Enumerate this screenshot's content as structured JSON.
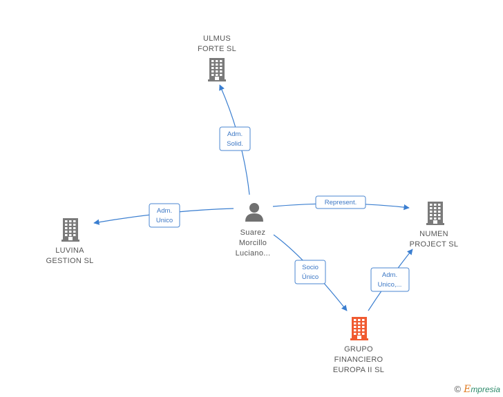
{
  "diagram": {
    "center": {
      "label": [
        "Suarez",
        "Morcillo",
        "Luciano..."
      ],
      "icon": "person-icon"
    },
    "nodes": [
      {
        "id": "ulmus",
        "label": [
          "ULMUS",
          "FORTE SL"
        ],
        "icon": "building-icon",
        "color": "#7a7a7a"
      },
      {
        "id": "luvina",
        "label": [
          "LUVINA",
          "GESTION SL"
        ],
        "icon": "building-icon",
        "color": "#7a7a7a"
      },
      {
        "id": "numen",
        "label": [
          "NUMEN",
          "PROJECT SL"
        ],
        "icon": "building-icon",
        "color": "#7a7a7a"
      },
      {
        "id": "grupo",
        "label": [
          "GRUPO",
          "FINANCIERO",
          "EUROPA II SL"
        ],
        "icon": "building-icon",
        "color": "#f05a30"
      }
    ],
    "edges": [
      {
        "from": "center",
        "to": "ulmus",
        "label": [
          "Adm.",
          "Solid."
        ]
      },
      {
        "from": "center",
        "to": "luvina",
        "label": [
          "Adm.",
          "Unico"
        ]
      },
      {
        "from": "center",
        "to": "numen",
        "label": [
          "Represent."
        ]
      },
      {
        "from": "center",
        "to": "grupo",
        "label": [
          "Socio",
          "Único"
        ]
      },
      {
        "from": "grupo",
        "to": "numen",
        "label": [
          "Adm.",
          "Unico,..."
        ]
      }
    ]
  },
  "watermark": {
    "copyright": "©",
    "brand_first": "E",
    "brand_rest": "mpresia"
  }
}
